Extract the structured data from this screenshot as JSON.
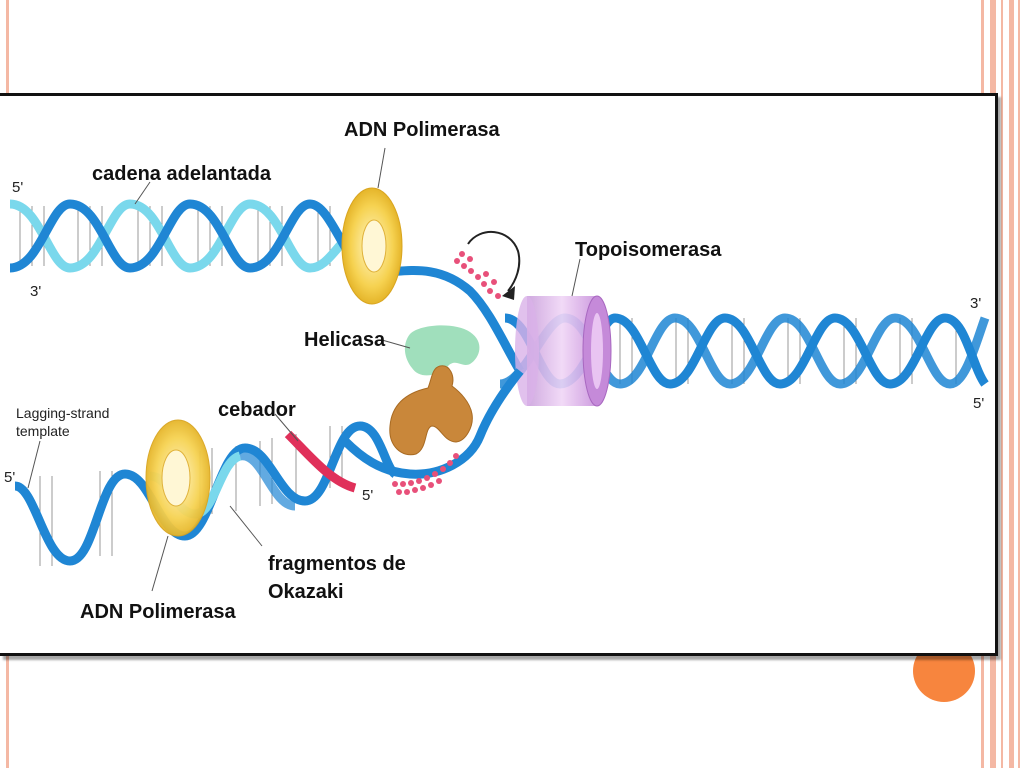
{
  "slide": {
    "accent_color": "#f7853e",
    "border_line_color": "#f4b8a4"
  },
  "diagram": {
    "labels": {
      "polymerase_top": "ADN Polimerasa",
      "leading_strand": "cadena adelantada",
      "topoisomerase": "Topoisomerasa",
      "helicase": "Helicasa",
      "primer": "cebador",
      "lagging_template_1": "Lagging-strand",
      "lagging_template_2": "template",
      "okazaki_1": "fragmentos de",
      "okazaki_2": "Okazaki",
      "polymerase_bottom": "ADN Polimerasa"
    },
    "strand_ends": {
      "top_left_5": "5'",
      "top_left_3": "3'",
      "right_3": "3'",
      "right_5": "5'",
      "bottom_left_5": "5'",
      "primer_5": "5'"
    },
    "colors": {
      "dark_strand": "#1f86d4",
      "light_strand": "#7ad8ec",
      "primer": "#e0305a",
      "polymerase": "#f5cf4d",
      "topoisomerase": "#d9a6e6",
      "helicase": "#8fd9b0",
      "brown_protein": "#c9873a",
      "dots": "#e8507a"
    }
  }
}
